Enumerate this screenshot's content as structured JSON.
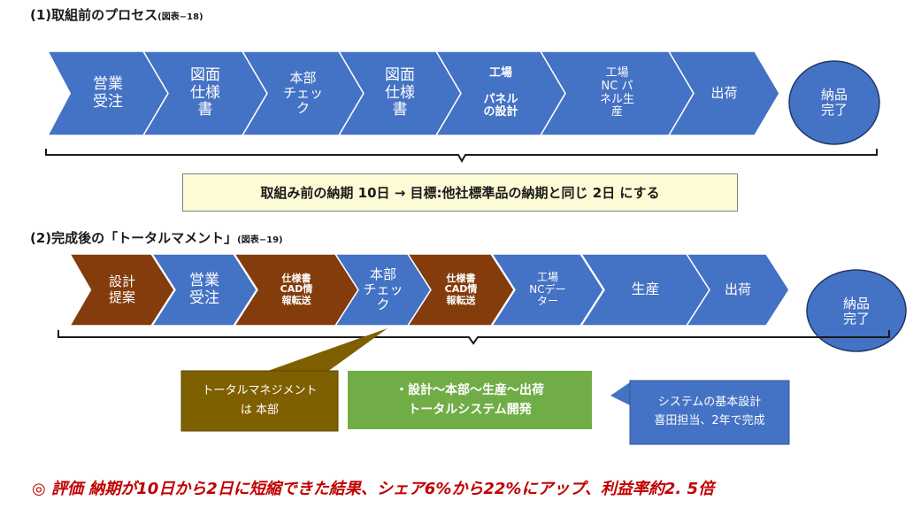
{
  "section1": {
    "title": "(1)取組前のプロセス",
    "ref": "(図表−18)",
    "steps": [
      {
        "text": "営業\n受注"
      },
      {
        "text": "図面\n仕様\n書"
      },
      {
        "text": "本部\nチェッ\nク"
      },
      {
        "text": "図面\n仕様\n書"
      },
      {
        "text": "工場\n\nパネル\nの設計"
      },
      {
        "text": "工場\nNC パ\nネル生\n産"
      },
      {
        "text": "出荷"
      }
    ],
    "end": "納品\n完了",
    "goal": "取組み前の納期  10日  →  目標:他社標準品の納期と同じ  2日  にする"
  },
  "section2": {
    "title": "(2)完成後の「トータルマメント」",
    "ref": "(図表−19)",
    "steps": [
      {
        "text": "設計\n提案",
        "kind": "brown"
      },
      {
        "text": "営業\n受注",
        "kind": "blue"
      },
      {
        "text": "仕様書\nCAD情\n報転送",
        "kind": "brown"
      },
      {
        "text": "本部\nチェッ\nク",
        "kind": "blue"
      },
      {
        "text": "仕様書\nCAD情\n報転送",
        "kind": "brown"
      },
      {
        "text": "工場\nNCデー\nター",
        "kind": "blue"
      },
      {
        "text": "生産",
        "kind": "blue"
      },
      {
        "text": "出荷",
        "kind": "blue"
      }
    ],
    "end": "納品\n完了",
    "callout_brown": "トータルマネジメント\nは  本部",
    "callout_green": "・設計〜本部〜生産〜出荷\nトータルシステム開発",
    "callout_blue": "システムの基本設計\n喜田担当、2年で完成"
  },
  "evaluation": "◎  評価   納期が10日から2日に短縮できた結果、シェア6%から22%にアップ、利益率約2. 5倍",
  "colors": {
    "blue": "#4472c4",
    "brown": "#843c0c",
    "olive": "#7f6000",
    "green": "#70ad47",
    "goal_bg": "#fdfbd6",
    "eval": "#c00000"
  }
}
